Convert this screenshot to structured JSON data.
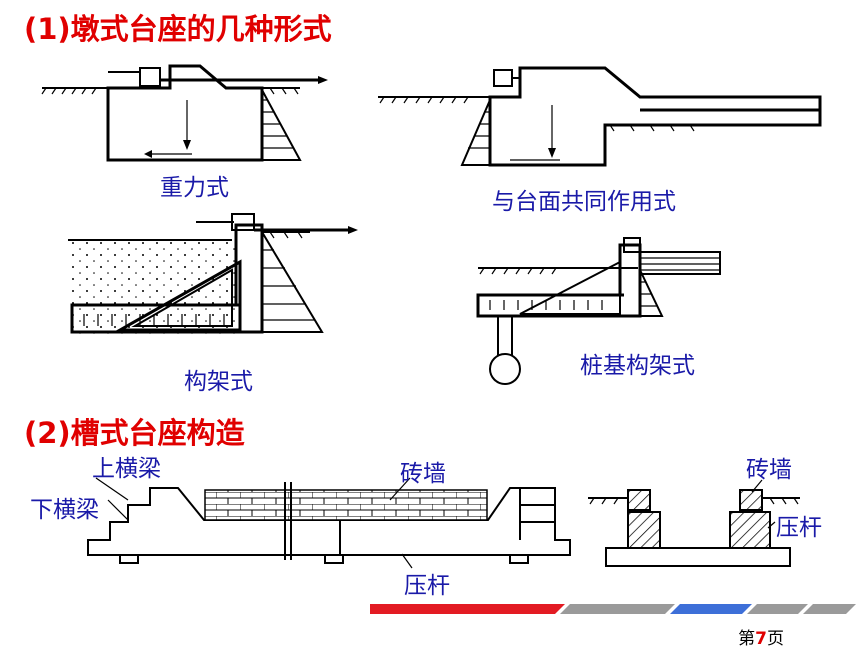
{
  "section1_title": "(1)墩式台座的几种形式",
  "section2_title": "(2)槽式台座构造",
  "labels": {
    "gravity": "重力式",
    "combined": "与台面共同作用式",
    "frame": "构架式",
    "pile_frame": "桩基构架式",
    "upper_beam": "上横梁",
    "lower_beam": "下横梁",
    "brick_wall_1": "砖墙",
    "brick_wall_2": "砖墙",
    "strut_1": "压杆",
    "strut_2": "压杆"
  },
  "page": {
    "prefix": "第",
    "number": "7",
    "suffix": "页"
  },
  "colors": {
    "title": "#e00000",
    "label": "#1a1aa8",
    "bar_red": "#e31b23",
    "bar_gray": "#9a9a9a",
    "bar_blue": "#3d6fd8"
  }
}
